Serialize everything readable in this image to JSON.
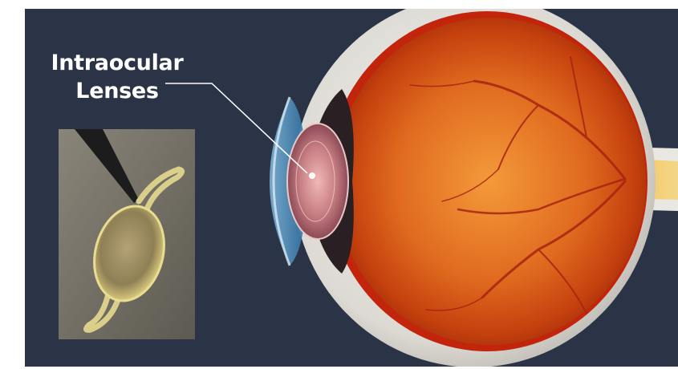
{
  "callout": {
    "line1": "Intraocular",
    "line2": "Lenses"
  },
  "illustration": {
    "subject": "eye-cross-section",
    "inset": "intraocular-lens-photo"
  },
  "colors": {
    "background": "#2b3347",
    "retina": "#d8561a",
    "sclera": "#e4e2dc",
    "label_text": "#ffffff"
  }
}
